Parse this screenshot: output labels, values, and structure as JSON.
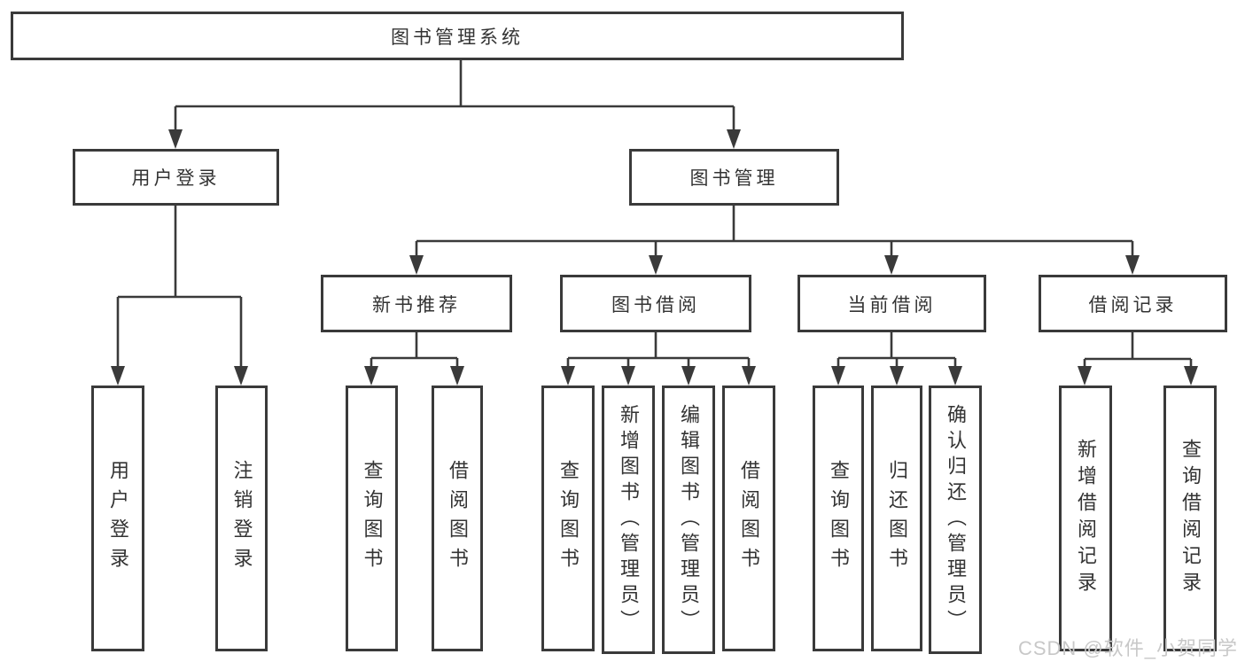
{
  "title": {
    "label": "图书管理系统"
  },
  "level2": {
    "user_login": "用户登录",
    "book_mgmt": "图书管理"
  },
  "level3": {
    "new_rec": "新书推荐",
    "borrow": "图书借阅",
    "current": "当前借阅",
    "records": "借阅记录"
  },
  "leaves": {
    "user_login_leaf": "用户登录",
    "logout": "注销登录",
    "rec_query_book": "查询图书",
    "rec_borrow_book": "借阅图书",
    "bor_query_book": "查询图书",
    "bor_add_book": "新增图书（管理员）",
    "bor_edit_book": "编辑图书（管理员）",
    "bor_borrow_book": "借阅图书",
    "cur_query_book": "查询图书",
    "cur_return_book": "归还图书",
    "cur_confirm_return": "确认归还（管理员）",
    "records_add": "新增借阅记录",
    "records_query": "查询借阅记录"
  },
  "watermark": "CSDN @软件_小贺同学",
  "colors": {
    "line": "#3a3a3a",
    "text": "#333333",
    "watermark": "#c8c8c8",
    "background": "#ffffff"
  }
}
